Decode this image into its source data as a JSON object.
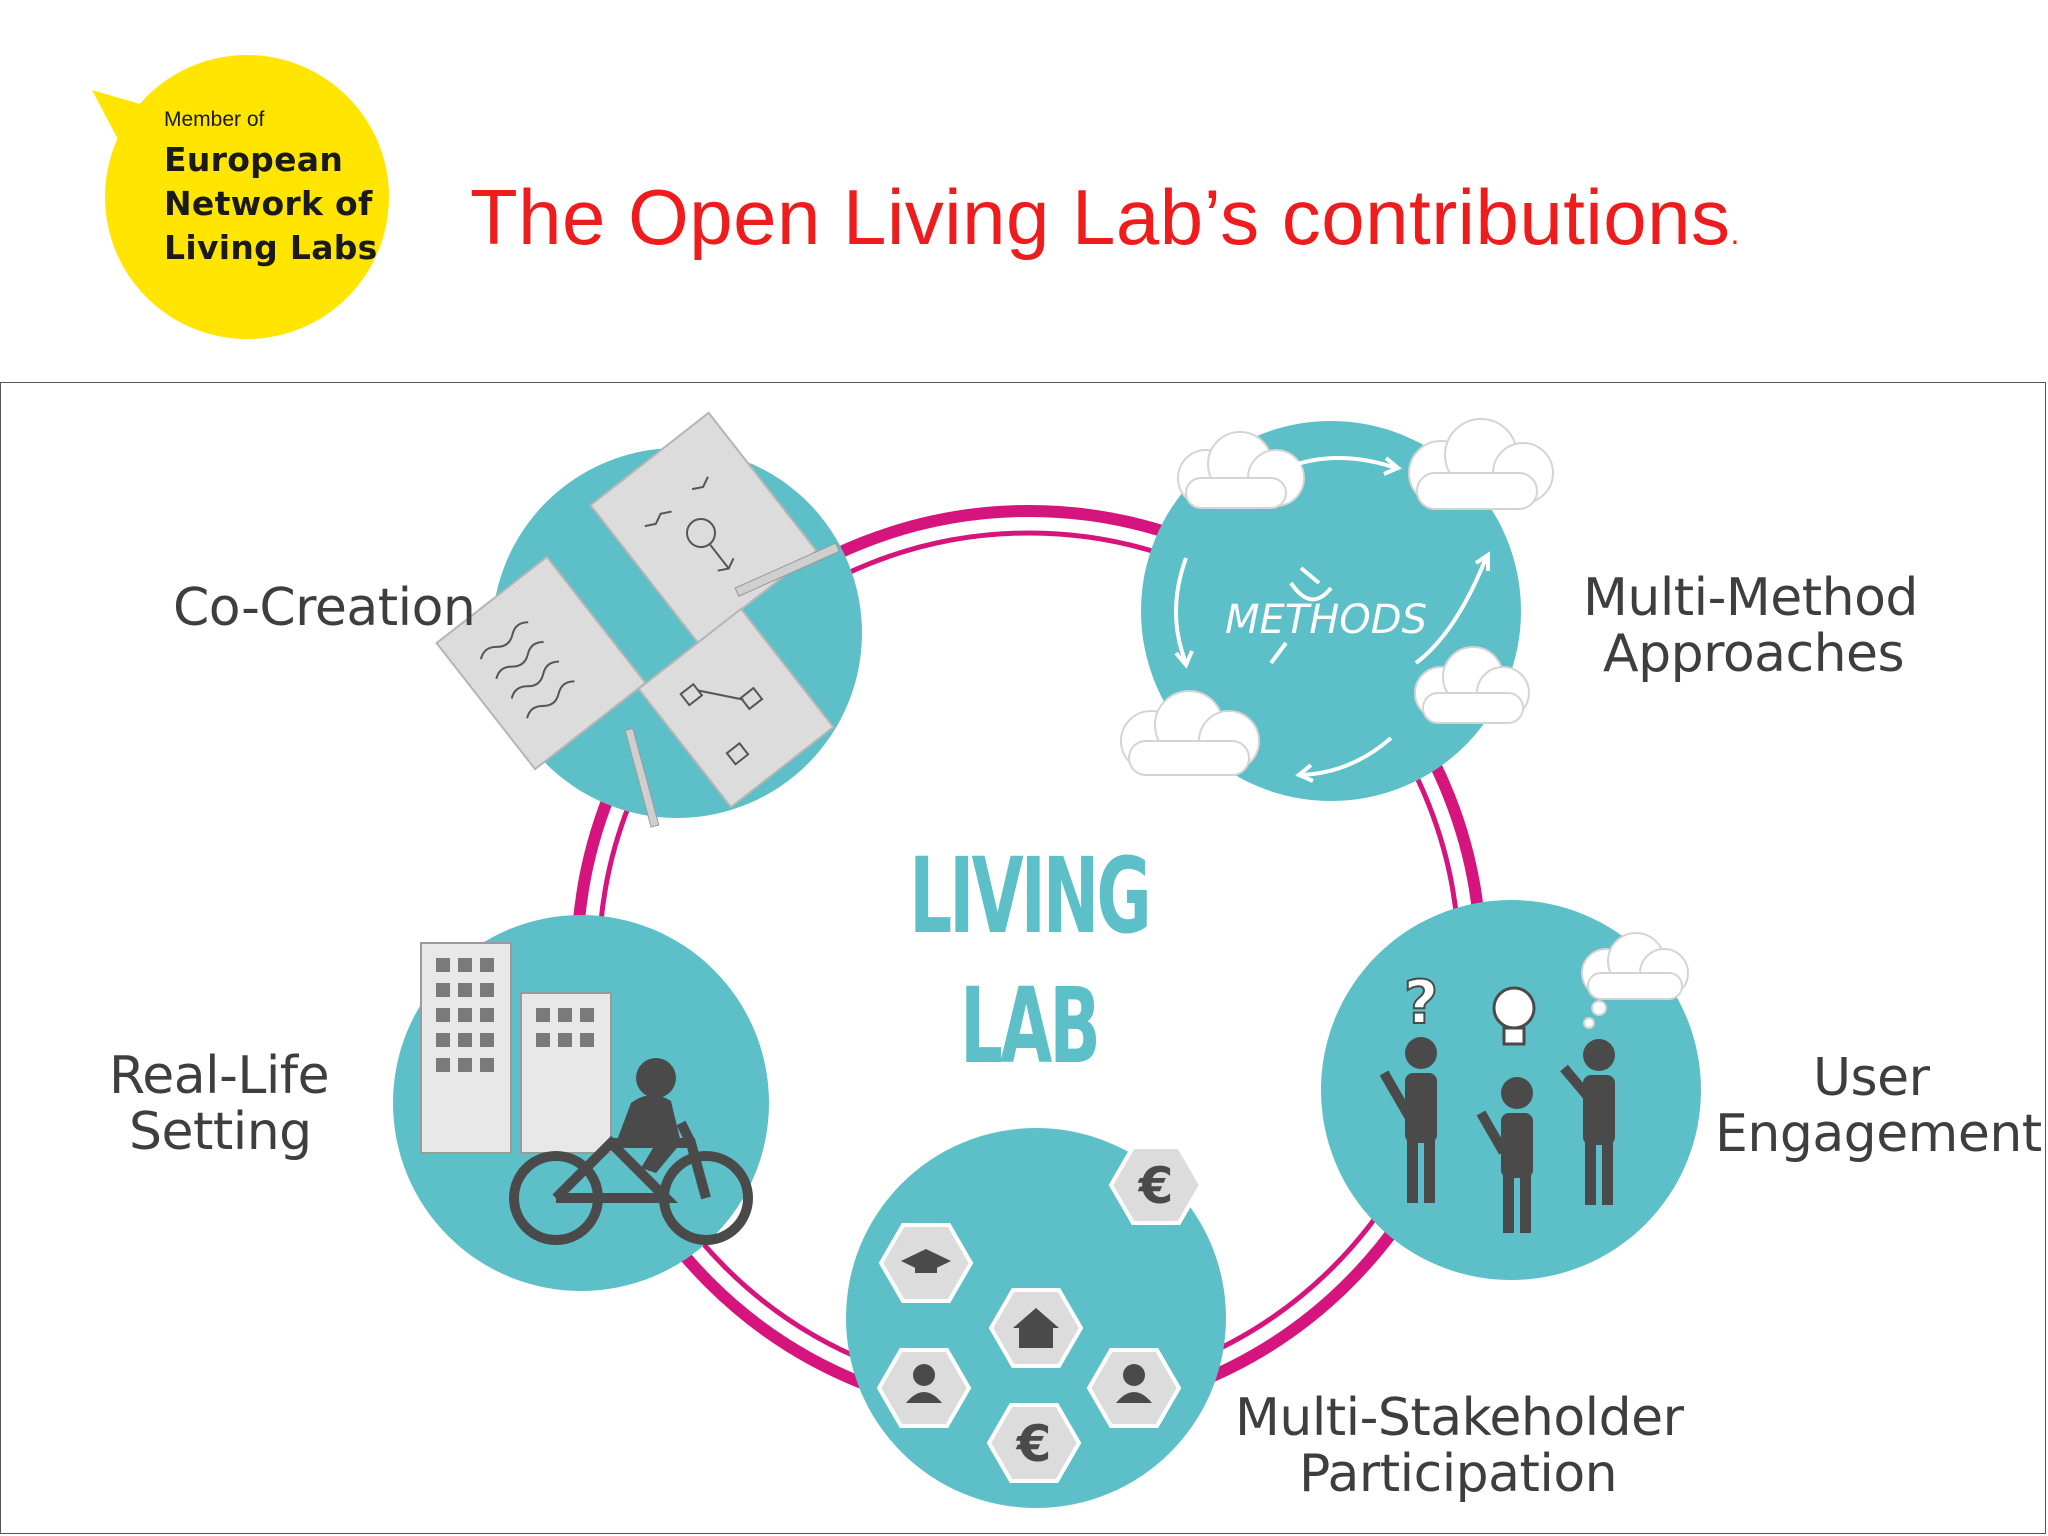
{
  "badge": {
    "line1": "Member of",
    "line2": "European",
    "line3": "Network of",
    "line4": "Living Labs",
    "color": "#ffe500"
  },
  "title": {
    "text": "The Open Living Lab’s contributions",
    "suffix": ".",
    "color": "#ee1c1c"
  },
  "diagram": {
    "center_line1": "LIVING",
    "center_line2": "LAB",
    "ring_color": "#d6147e",
    "circle_color": "#5dbfc7",
    "methods_text": "METHODS",
    "labels": {
      "co_creation": "Co-Creation",
      "multi_method_1": "Multi-Method",
      "multi_method_2": "Approaches",
      "real_life_1": "Real-Life",
      "real_life_2": "Setting",
      "user_1": "User",
      "user_2": "Engagement",
      "multi_stake_1": "Multi-Stakeholder",
      "multi_stake_2": "Participation"
    },
    "icons": [
      "notes-sketch-icon",
      "clouds-arrows-icon",
      "buildings-cyclist-icon",
      "people-ideas-icon",
      "stakeholder-hexagons-icon"
    ]
  }
}
